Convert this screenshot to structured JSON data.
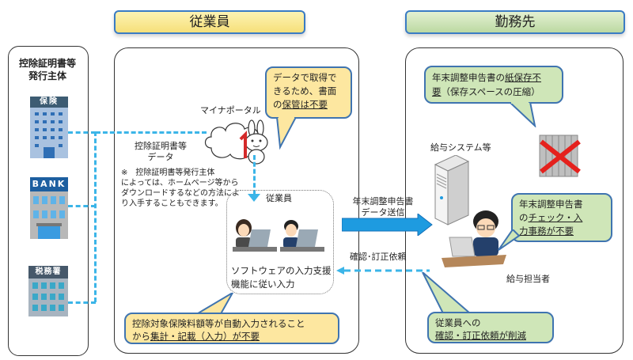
{
  "headers": {
    "employee": "従業員",
    "workplace": "勤務先"
  },
  "issuer_panel": {
    "title_line1": "控除証明書等",
    "title_line2": "発行主体",
    "buildings": [
      {
        "sign": "保険",
        "icon": "insurance-building-icon"
      },
      {
        "sign": "BANK",
        "icon": "bank-building-icon"
      },
      {
        "sign": "税務署",
        "icon": "tax-office-building-icon"
      }
    ]
  },
  "employee_panel": {
    "mynaportal_label": "マイナポータル",
    "data_label_line1": "控除証明書等",
    "data_label_line2": "データ",
    "note_line1": "※　控除証明書等発行主体",
    "note_line2": "によっては、ホームページ等から",
    "note_line3": "ダウンロードするなどの方法によ",
    "note_line4": "り入手することもできます。",
    "bubble_top_line1": "データで取得で",
    "bubble_top_line2": "きるため、書面",
    "bubble_top_line3_plain": "の",
    "bubble_top_line3_underlined": "保管は不要",
    "employees_label": "従業員",
    "input_label_line1": "ソフトウェアの入力支援",
    "input_label_line2": "機能に従い入力",
    "bubble_bottom_line1": "控除対象保険料額等が自動入力されること",
    "bubble_bottom_line2_plain": "から",
    "bubble_bottom_line2_underlined": "集計・記載（入力）が不要"
  },
  "flows": {
    "send_line1": "年末調整申告書",
    "send_line2": "データ送信",
    "request": "確認･訂正依頼"
  },
  "workplace_panel": {
    "bubble_top_line1_plain": "年末調整申告書の",
    "bubble_top_line1_underlined": "紙保存不",
    "bubble_top_line2_underlined": "要",
    "bubble_top_line2_plain": "（保存スペースの圧縮）",
    "system_label": "給与システム等",
    "bubble_check_line1": "年末調整申告書",
    "bubble_check_line2_plain": "の",
    "bubble_check_line2_underlined": "チェック・入",
    "bubble_check_line3_underlined": "力事務が不要",
    "staff_label": "給与担当者",
    "bubble_bottom_line1": "従業員への",
    "bubble_bottom_line2_underlined": "確認・訂正依頼が削減"
  },
  "colors": {
    "accent_blue": "#3bb5e8",
    "arrow_blue": "#1e9be0",
    "bubble_yellow": "#fde7a0",
    "bubble_green": "#cfe6b8",
    "bubble_border": "#3f74b0",
    "cross_red": "#e5211d"
  }
}
